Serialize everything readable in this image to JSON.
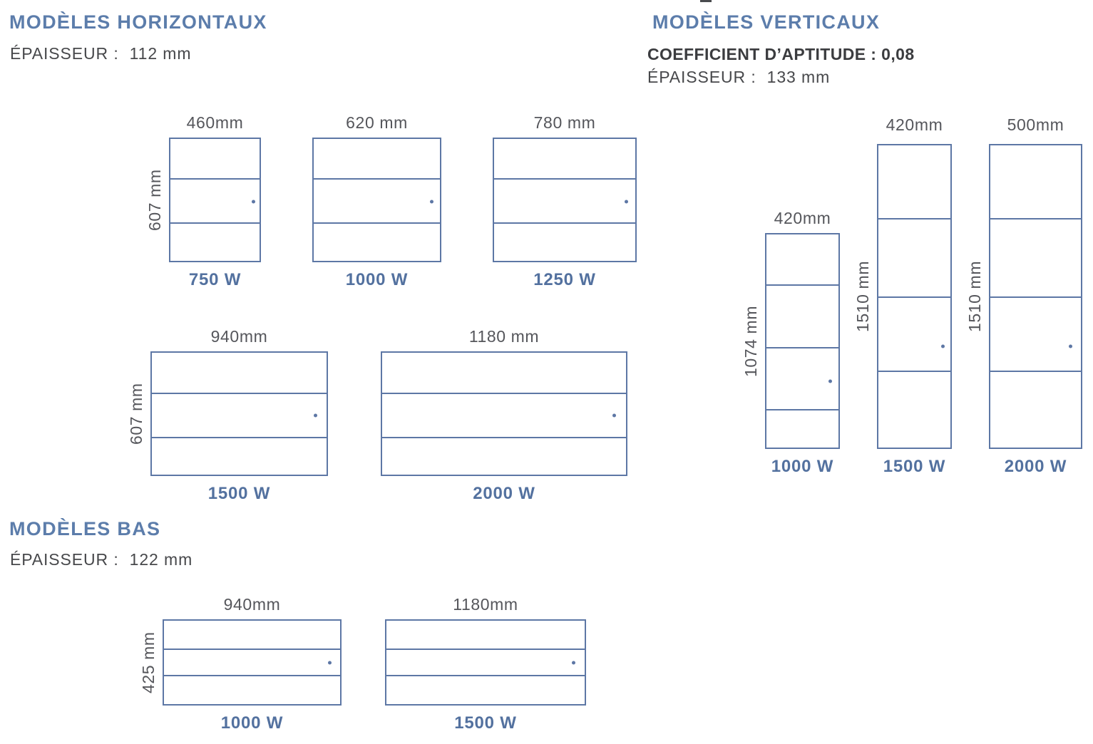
{
  "colors": {
    "title_blue": "#5c7dab",
    "outline_blue": "#5d77a5",
    "wattage_blue": "#53719f",
    "dimension_gray": "#55565b",
    "text_dark": "#3b3c3f"
  },
  "sections": {
    "horizontal": {
      "title": "MODÈLES HORIZONTAUX",
      "thickness_label": "ÉPAISSEUR :",
      "thickness_value": "112 mm"
    },
    "vertical": {
      "title": "MODÈLES VERTICAUX",
      "coefficient": "COEFFICIENT D’APTITUDE : 0,08",
      "thickness_label": "ÉPAISSEUR :",
      "thickness_value": "133 mm"
    },
    "low": {
      "title": "MODÈLES BAS",
      "thickness_label": "ÉPAISSEUR :",
      "thickness_value": "122 mm"
    }
  },
  "models": {
    "h750": {
      "width": "460mm",
      "height": "607 mm",
      "power": "750 W"
    },
    "h1000": {
      "width": "620 mm",
      "height": "",
      "power": "1000 W"
    },
    "h1250": {
      "width": "780 mm",
      "height": "",
      "power": "1250 W"
    },
    "h1500": {
      "width": "940mm",
      "height": "607 mm",
      "power": "1500 W"
    },
    "h2000": {
      "width": "1180 mm",
      "height": "",
      "power": "2000 W"
    },
    "v1000": {
      "width": "420mm",
      "height": "1074 mm",
      "power": "1000 W"
    },
    "v1500": {
      "width": "420mm",
      "height": "1510 mm",
      "power": "1500 W"
    },
    "v2000": {
      "width": "500mm",
      "height": "1510 mm",
      "power": "2000 W"
    },
    "b1000": {
      "width": "940mm",
      "height": "425 mm",
      "power": "1000 W"
    },
    "b1500": {
      "width": "1180mm",
      "height": "",
      "power": "1500 W"
    }
  }
}
